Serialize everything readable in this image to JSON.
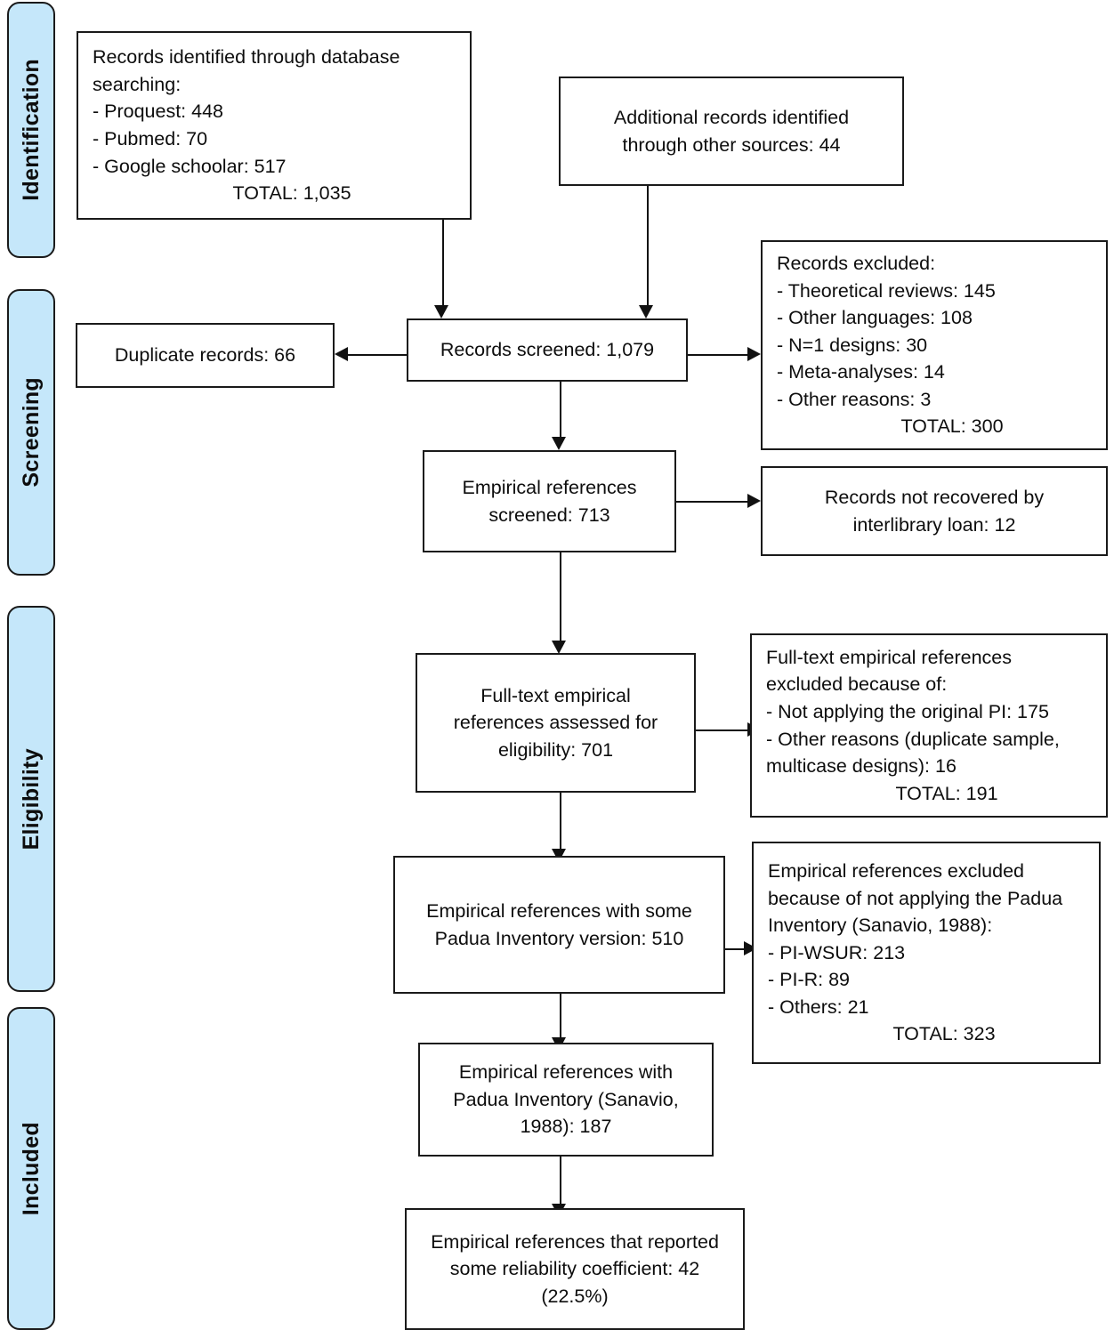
{
  "diagram": {
    "type": "prisma-flow-diagram",
    "colors": {
      "stage_pill_fill": "#c5e7fa",
      "stroke": "#1a1a1a",
      "box_fill": "#ffffff",
      "text": "#0d0d0d"
    },
    "stages": [
      {
        "id": "identification",
        "label": "Identification"
      },
      {
        "id": "screening",
        "label": "Screening"
      },
      {
        "id": "eligibility",
        "label": "Eligibility"
      },
      {
        "id": "included",
        "label": "Included"
      }
    ],
    "boxes": {
      "database_search": {
        "lines": [
          "Records identified through database",
          "searching:",
          "- Proquest: 448",
          "- Pubmed: 70",
          "- Google schoolar: 517",
          "TOTAL: 1,035"
        ]
      },
      "additional_records": {
        "lines": [
          "Additional records identified",
          "through other sources: 44"
        ]
      },
      "records_screened": {
        "lines": [
          "Records screened: 1,079"
        ]
      },
      "duplicate_records": {
        "lines": [
          "Duplicate records: 66"
        ]
      },
      "records_excluded": {
        "lines": [
          "Records excluded:",
          "- Theoretical reviews: 145",
          "- Other languages: 108",
          "- N=1 designs: 30",
          "- Meta-analyses: 14",
          "- Other reasons: 3",
          "TOTAL: 300"
        ]
      },
      "empirical_screened": {
        "lines": [
          "Empirical references",
          "screened: 713"
        ]
      },
      "not_recovered": {
        "lines": [
          "Records not recovered by",
          "interlibrary loan: 12"
        ]
      },
      "fulltext_assessed": {
        "lines": [
          "Full-text empirical",
          "references assessed for",
          "eligibility: 701"
        ]
      },
      "fulltext_excluded": {
        "lines": [
          "Full-text empirical references",
          "excluded because of:",
          "- Not applying the original PI: 175",
          "- Other reasons (duplicate sample,",
          "multicase designs): 16",
          "TOTAL: 191"
        ]
      },
      "some_padua_version": {
        "lines": [
          "Empirical references with some",
          "Padua Inventory version: 510"
        ]
      },
      "padua_excluded": {
        "lines": [
          "Empirical references excluded",
          "because of not applying the Padua",
          "Inventory (Sanavio, 1988):",
          "- PI-WSUR: 213",
          "- PI-R: 89",
          "- Others: 21",
          "TOTAL: 323"
        ]
      },
      "padua_included": {
        "lines": [
          "Empirical references with",
          "Padua Inventory (Sanavio,",
          "1988): 187"
        ]
      },
      "reliability_reported": {
        "lines": [
          "Empirical references that reported",
          "some reliability coefficient: 42",
          "(22.5%)"
        ]
      }
    }
  }
}
